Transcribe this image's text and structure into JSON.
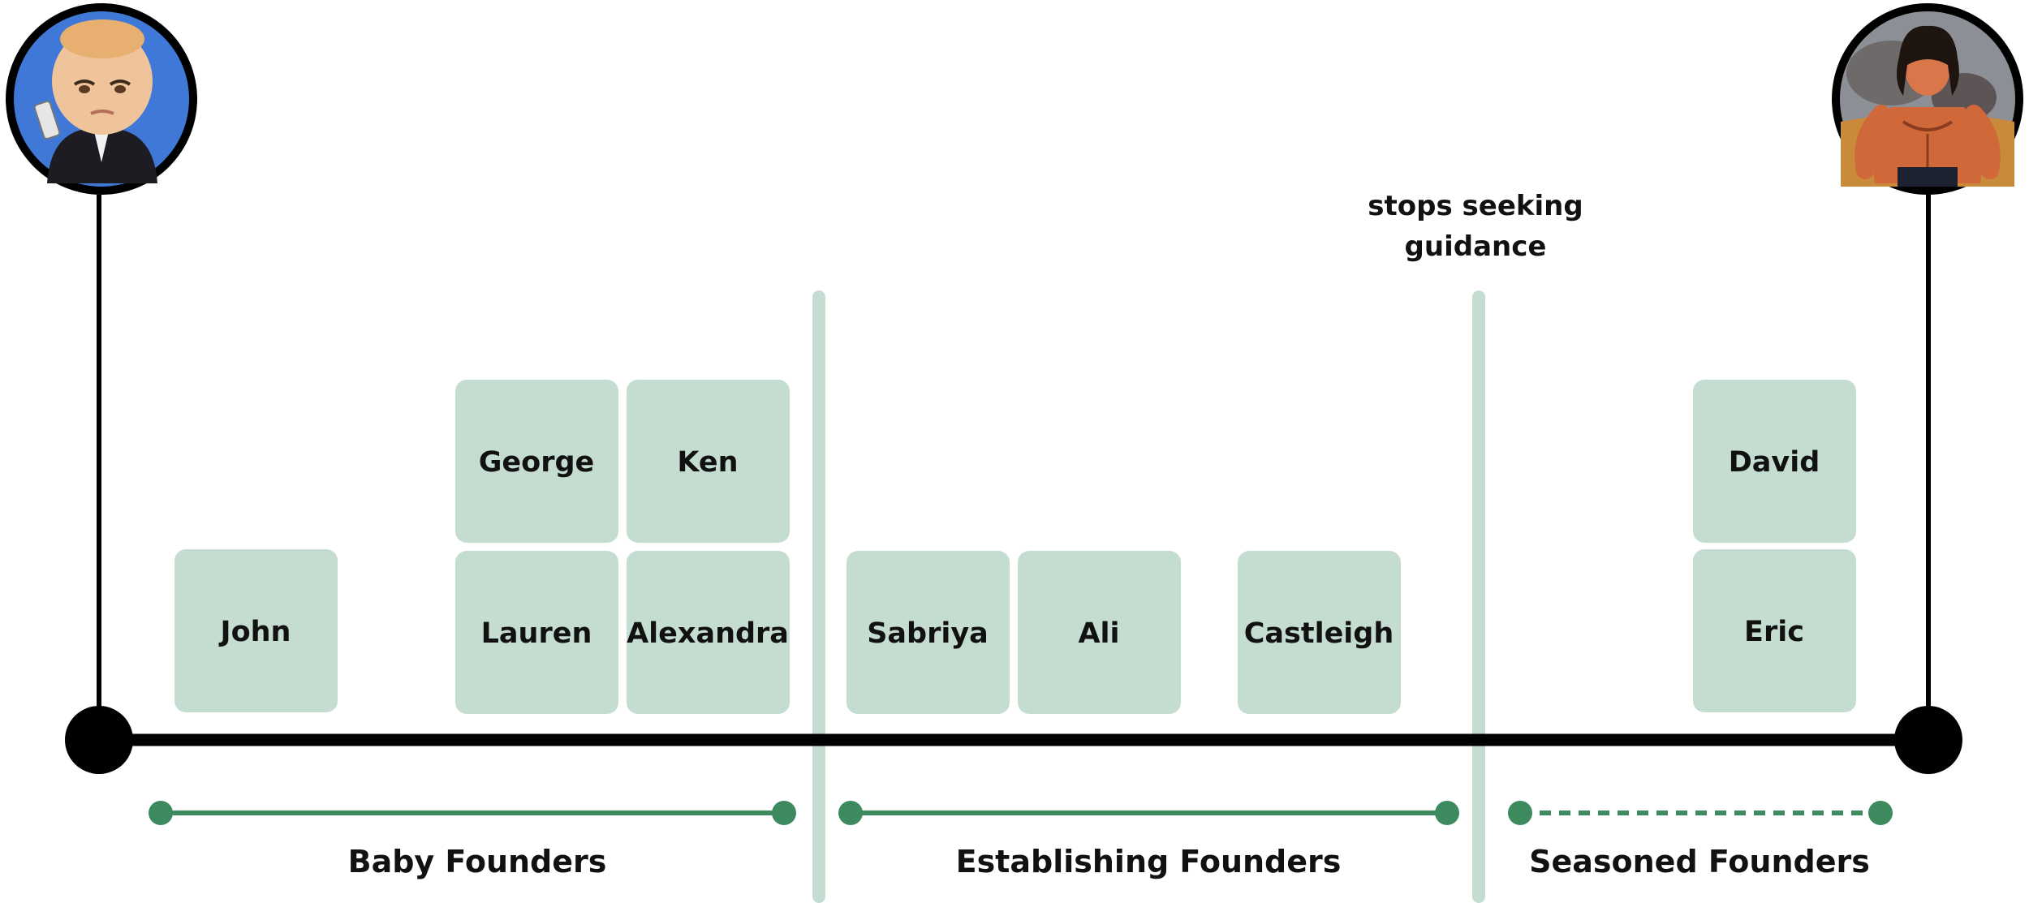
{
  "milestone_note": {
    "line1": "stops seeking",
    "line2": "guidance"
  },
  "founders": {
    "john": "John",
    "george": "George",
    "ken": "Ken",
    "lauren": "Lauren",
    "alexandra": "Alexandra",
    "sabriya": "Sabriya",
    "ali": "Ali",
    "castleigh": "Castleigh",
    "david": "David",
    "eric": "Eric"
  },
  "stages": {
    "baby": "Baby Founders",
    "establishing": "Establishing Founders",
    "seasoned": "Seasoned Founders"
  },
  "avatars": {
    "left": "baby-boss-avatar",
    "right": "muscular-warrior-avatar"
  },
  "colors": {
    "card_fill": "#c5ddd1",
    "divider": "#c5ddd1",
    "stage_line": "#3d8a5f",
    "axis": "#000000",
    "left_avatar_bg": "#3f78d6"
  }
}
